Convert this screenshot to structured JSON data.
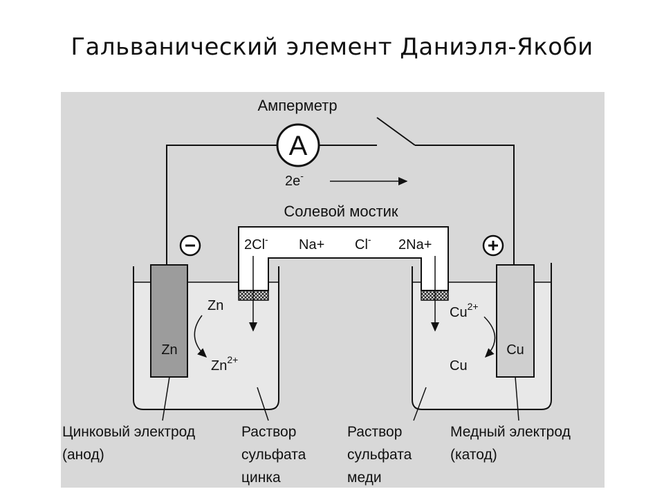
{
  "title": "Гальванический элемент Даниэля-Якоби",
  "labels": {
    "ammeter": "Амперметр",
    "ammeter_symbol": "A",
    "electrons": "2e",
    "electrons_sup": "-",
    "salt_bridge": "Солевой мостик",
    "bridge_ions": [
      "2Cl",
      "Na+",
      "Cl",
      "2Na+"
    ],
    "minus": "−",
    "plus": "+",
    "zn_electrode": "Zn",
    "cu_electrode": "Cu",
    "zn_atom": "Zn",
    "zn_ion": "Zn",
    "zn_ion_charge": "2+",
    "cu_ion": "Cu",
    "cu_ion_charge": "2+",
    "cu_atom": "Cu"
  },
  "captions": {
    "zinc_electrode": [
      "Цинковый электрод",
      "(анод)"
    ],
    "zinc_solution": [
      "Раствор",
      "сульфата",
      "цинка"
    ],
    "copper_solution": [
      "Раствор",
      "сульфата",
      "меди"
    ],
    "copper_electrode": [
      "Медный электрод",
      "(катод)"
    ]
  },
  "colors": {
    "panel": "#d8d8d8",
    "solution": "#e8e8e8",
    "zinc": "#9c9c9c",
    "copper": "#cfcfcf",
    "line": "#111111"
  }
}
